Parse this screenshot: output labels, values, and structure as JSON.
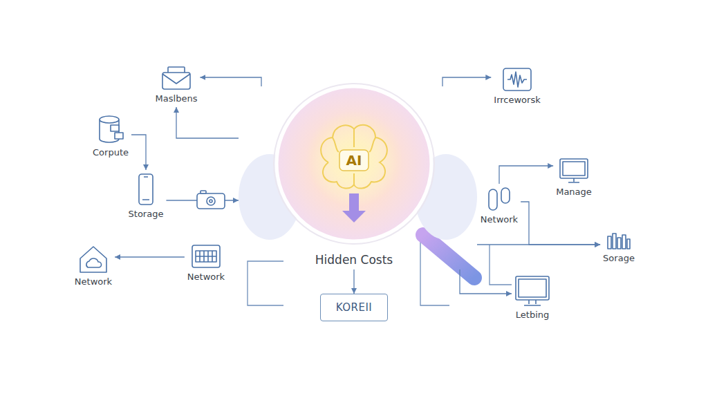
{
  "diagram": {
    "nodes": [
      {
        "text": [
          "Maslbens"
        ]
      },
      {
        "text": [
          "Irrceworsk"
        ]
      },
      {
        "text": [
          "Corpute"
        ]
      },
      {
        "text": [
          "AI",
          "Hidden Costs"
        ]
      },
      {
        "text": [
          "Storage"
        ]
      },
      {
        "text": [
          "Manage"
        ]
      },
      {
        "text": [
          "Network"
        ]
      },
      {
        "text": [
          "Sorage"
        ]
      },
      {
        "text": [
          "Network"
        ]
      },
      {
        "text": [
          "Network"
        ]
      },
      {
        "text": [
          "KOREII"
        ]
      },
      {
        "text": [
          "Letbing"
        ]
      }
    ],
    "edges": [
      {
        "from": 3,
        "to": 0,
        "arrow": "to"
      },
      {
        "from": 3,
        "to": 0,
        "arrow": "to"
      },
      {
        "from": 2,
        "to": 4,
        "arrow": "to"
      },
      {
        "from": 4,
        "to": 3,
        "arrow": "to"
      },
      {
        "from": 9,
        "to": 8,
        "arrow": "to"
      },
      {
        "from": 3,
        "to": 10,
        "arrow": "to"
      },
      {
        "from": 3,
        "to": 1,
        "arrow": "to"
      },
      {
        "from": 6,
        "to": 5,
        "arrow": "to"
      },
      {
        "from": 3,
        "to": 7,
        "arrow": "to"
      },
      {
        "from": 6,
        "to": 7,
        "arrow": "to"
      },
      {
        "from": 3,
        "to": 11,
        "arrow": "to"
      }
    ]
  }
}
